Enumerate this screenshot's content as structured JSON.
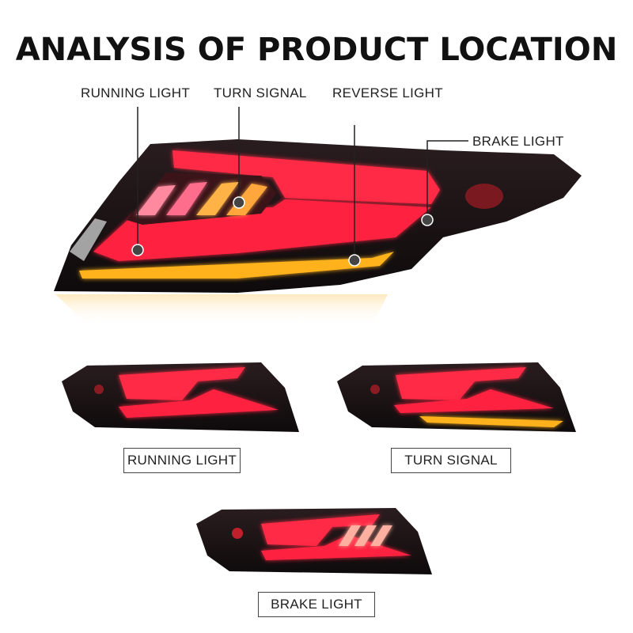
{
  "title": "ANALYSIS OF PRODUCT LOCATION",
  "callouts": {
    "running": "RUNNING LIGHT",
    "turn": "TURN SIGNAL",
    "reverse": "REVERSE LIGHT",
    "brake": "BRAKE LIGHT"
  },
  "modes": {
    "running": "RUNNING LIGHT",
    "turn": "TURN SIGNAL",
    "brake": "BRAKE LIGHT"
  },
  "colors": {
    "housing": "#1a1213",
    "red_glow": "#ff2a45",
    "amber": "#ffb21a"
  }
}
